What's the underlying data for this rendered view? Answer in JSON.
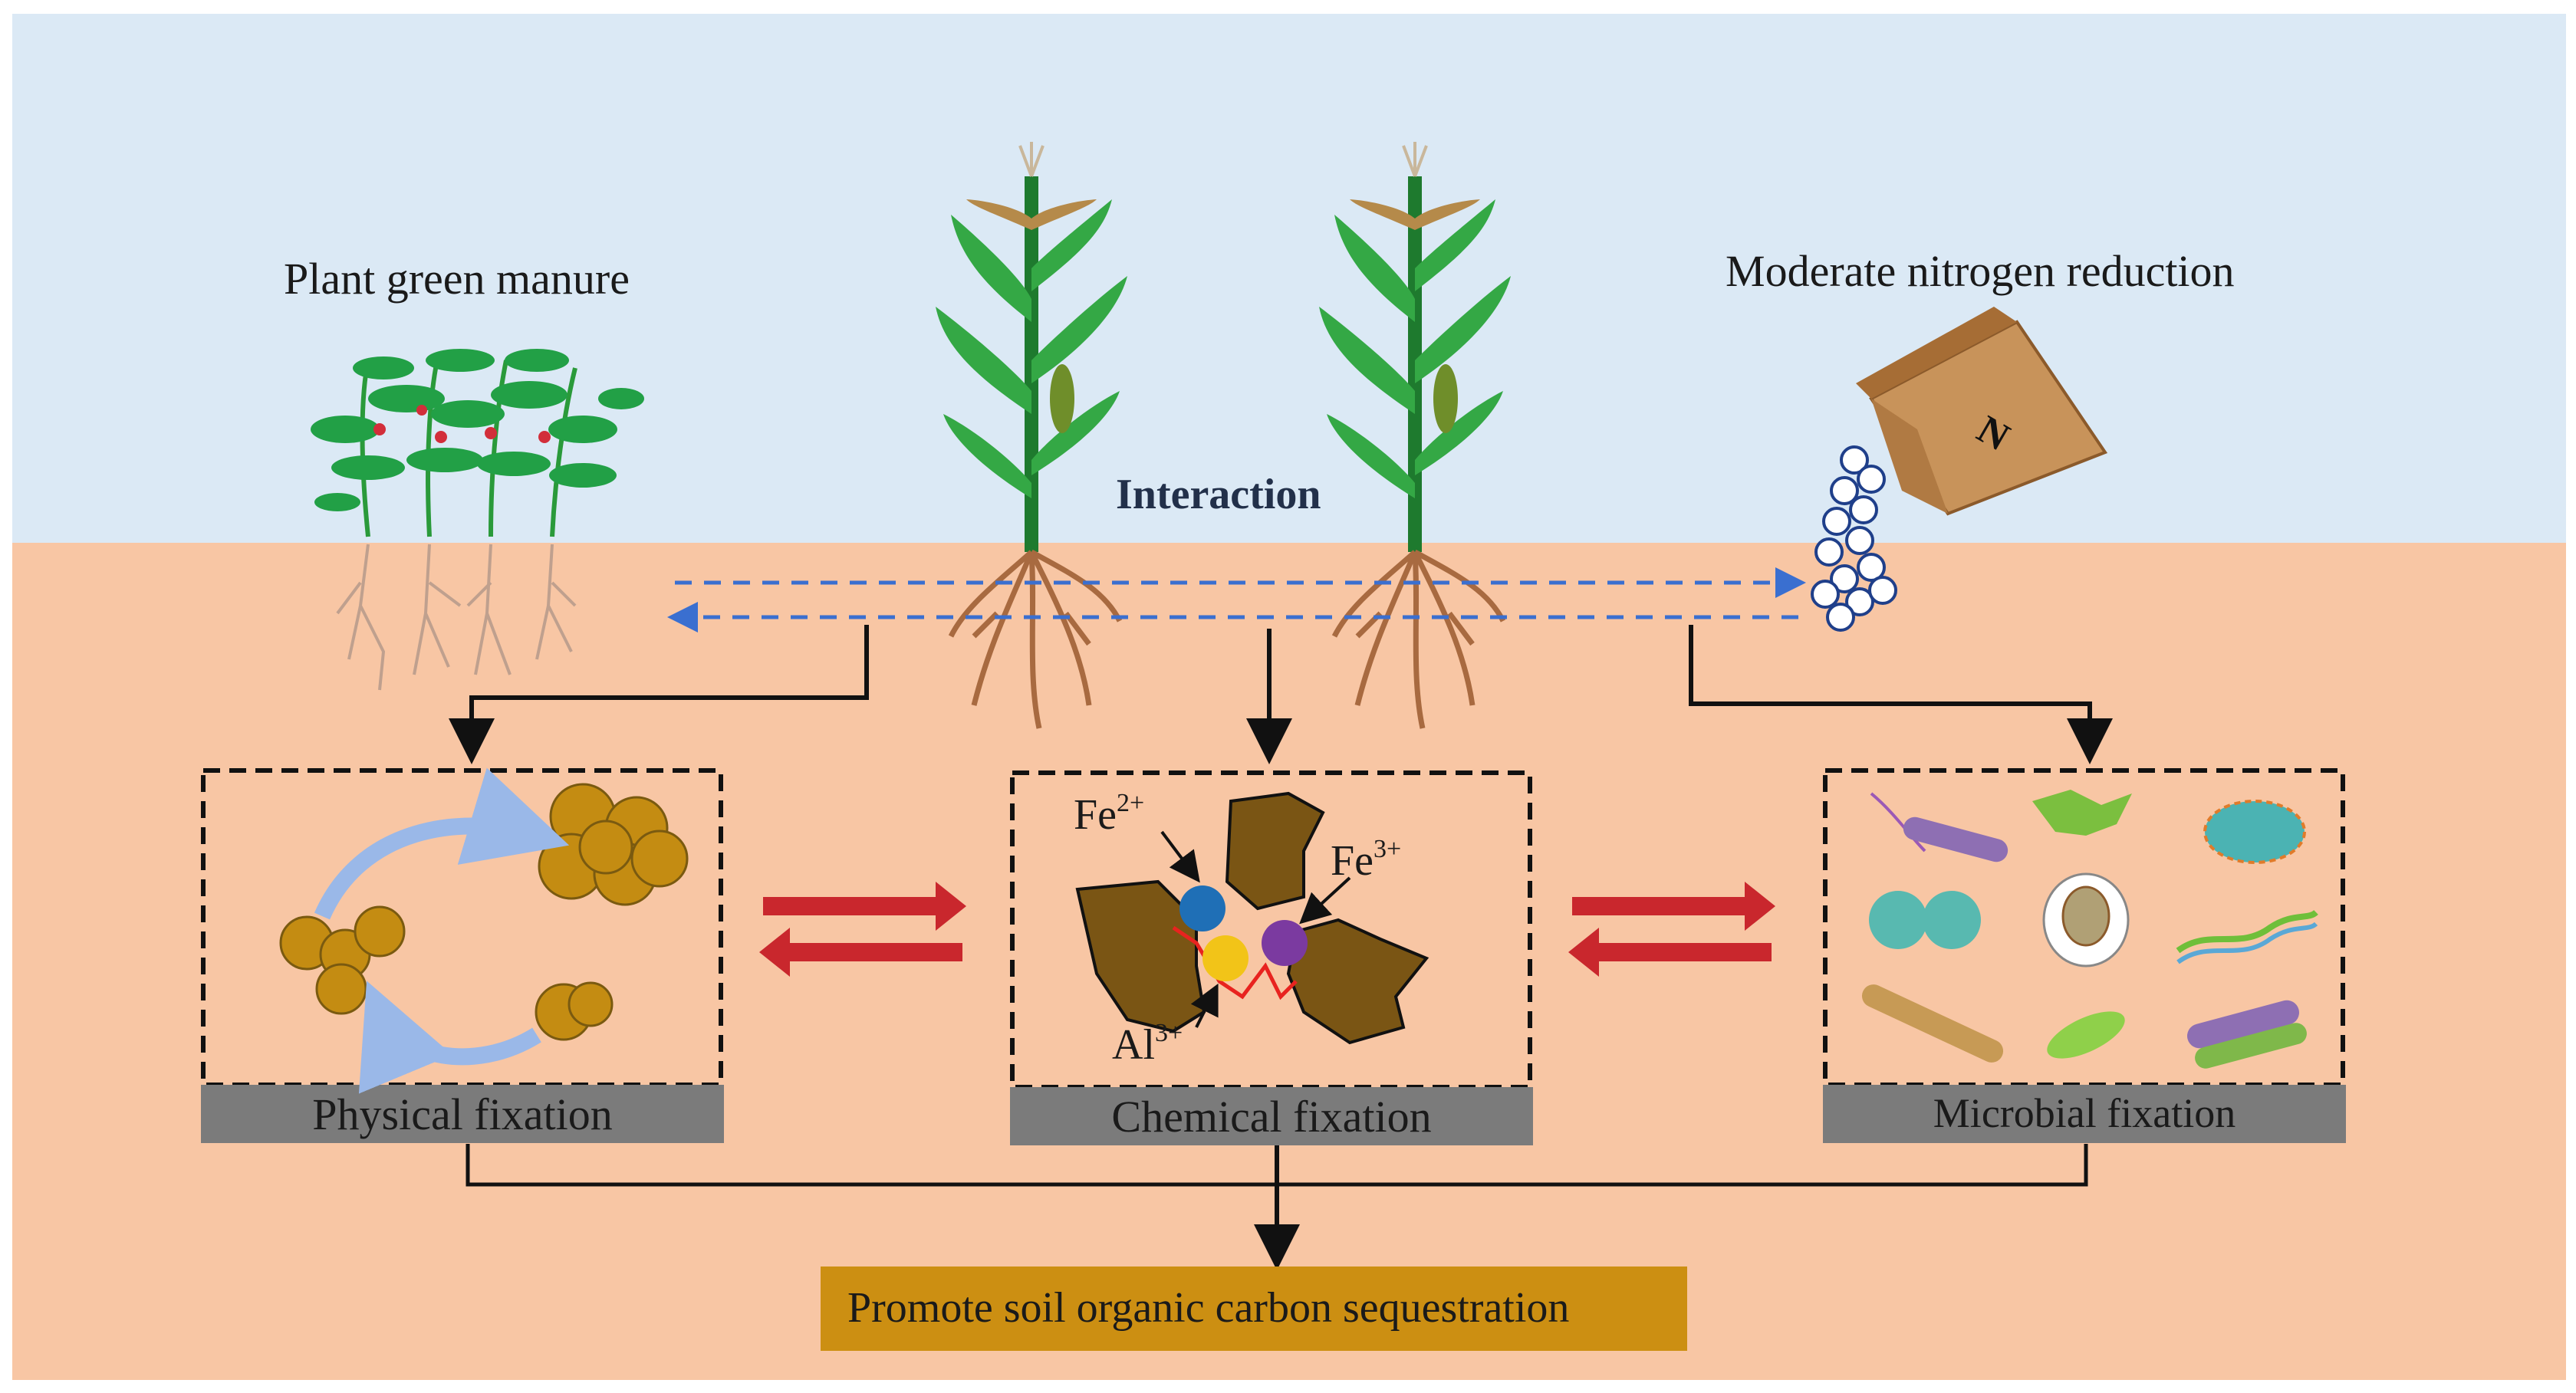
{
  "labels": {
    "green_manure": "Plant green manure",
    "nitrogen_reduction": "Moderate nitrogen reduction",
    "interaction": "Interaction",
    "bag_letter": "N"
  },
  "boxes": {
    "physical": "Physical fixation",
    "chemical": "Chemical fixation",
    "microbial": "Microbial fixation"
  },
  "ions": {
    "fe2": {
      "base": "Fe",
      "charge": "2+"
    },
    "fe3": {
      "base": "Fe",
      "charge": "3+"
    },
    "al3": {
      "base": "Al",
      "charge": "3+"
    }
  },
  "result": "Promote soil organic carbon sequestration",
  "colors": {
    "sky": "#dbe9f5",
    "soil": "#f8c6a4",
    "bar_gray": "#7b7b7b",
    "result_bar": "#cc8f12",
    "red_arrow": "#c9272d",
    "dash_blue": "#3a6fd0",
    "aggregate": "#c48c12",
    "cycle_arrow": "#9ab8e8",
    "mineral": "#7a5514",
    "fe2_dot": "#1f6fb6",
    "fe3_dot": "#7b3aa0",
    "al3_dot": "#f2c418"
  }
}
